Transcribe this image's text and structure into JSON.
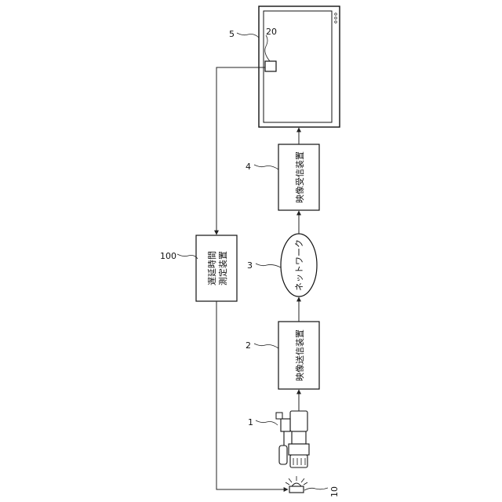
{
  "refs": {
    "camera": "1",
    "sender": "2",
    "network": "3",
    "receiver": "4",
    "monitor": "5",
    "sensor_area": "20",
    "light": "10",
    "delay_device": "100"
  },
  "labels": {
    "sender": "映像送信装置",
    "network": "ネットワーク",
    "receiver": "映像受信装置",
    "delay_line1": "遅延時間",
    "delay_line2": "測定装置"
  }
}
